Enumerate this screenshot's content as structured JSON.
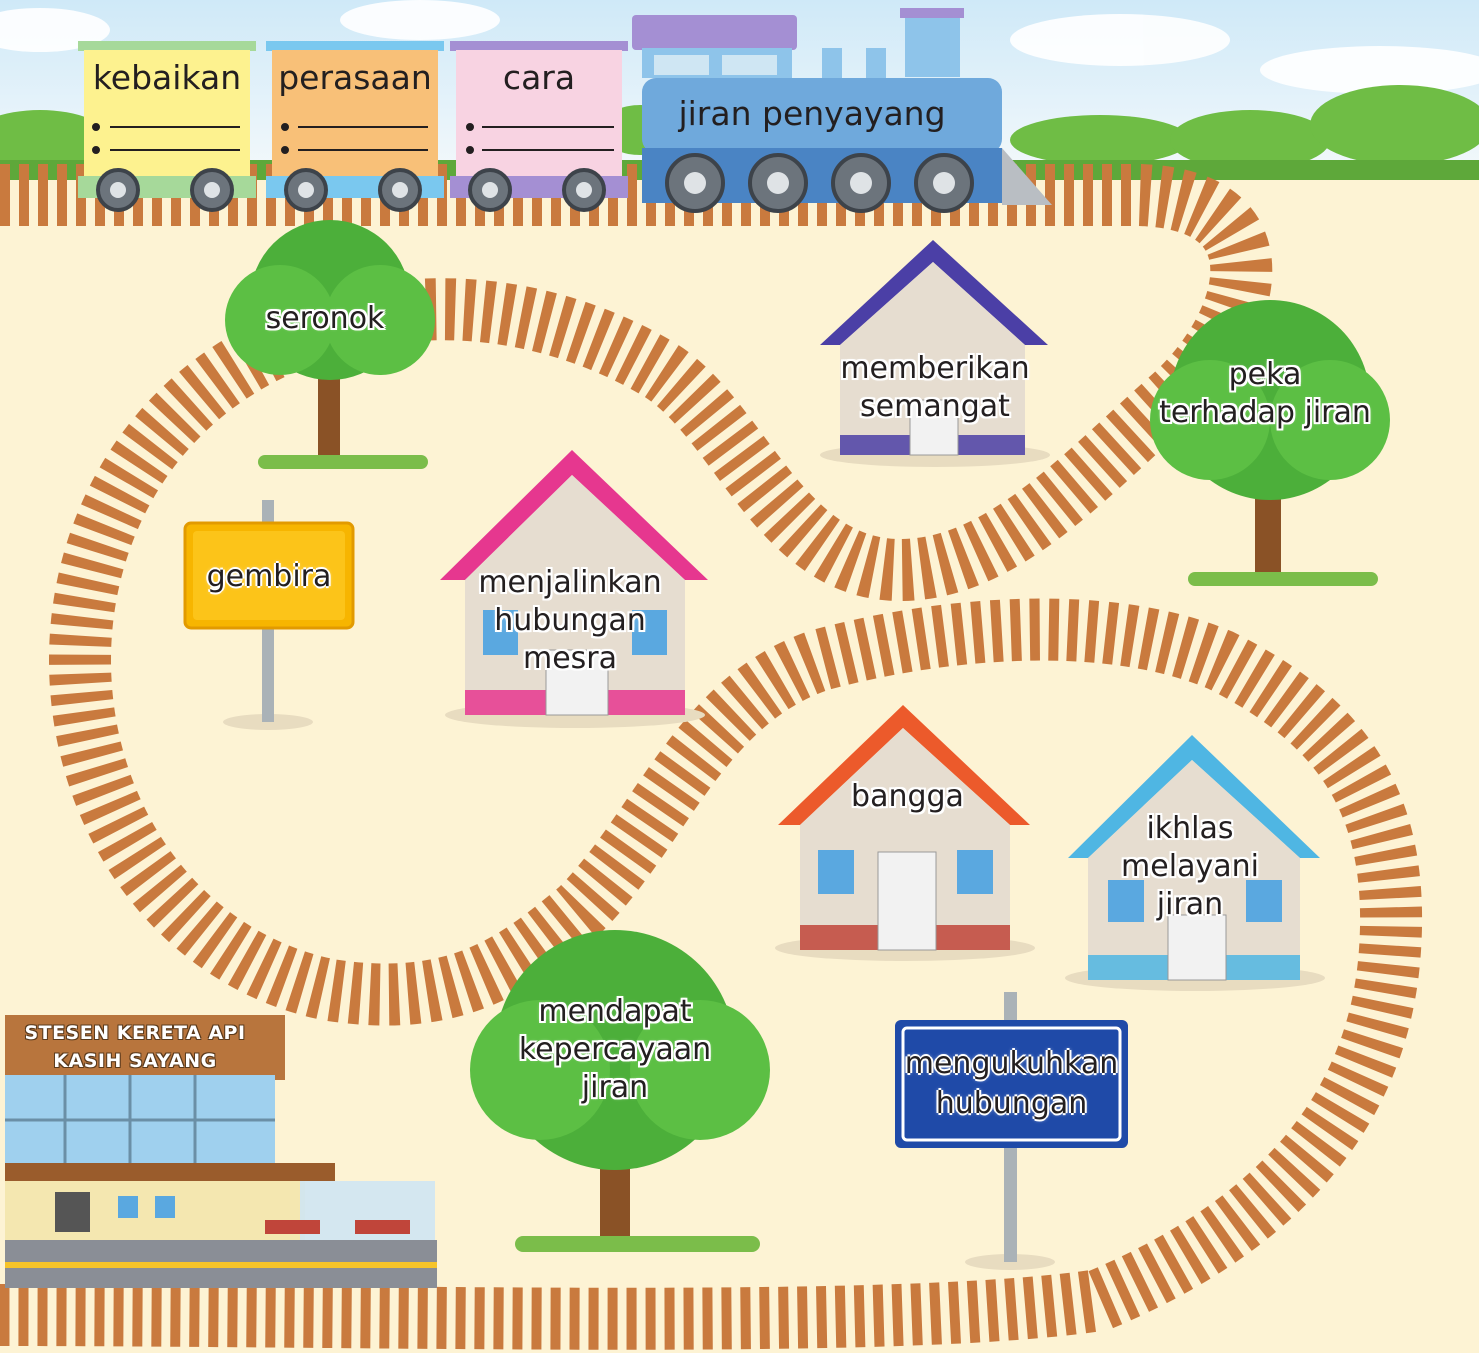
{
  "train": {
    "cars": [
      {
        "title": "kebaikan",
        "color": "#fdf28f"
      },
      {
        "title": "perasaan",
        "color": "#f8c078"
      },
      {
        "title": "cara",
        "color": "#f8d3e2"
      }
    ],
    "engine_label": "jiran penyayang"
  },
  "labels": {
    "tree_seronok": "seronok",
    "tree_peka": [
      "peka",
      "terhadap jiran"
    ],
    "tree_mendapat": [
      "mendapat",
      "kepercayaan",
      "jiran"
    ],
    "sign_gembira": "gembira",
    "sign_mengukuhkan": [
      "mengukuhkan",
      "hubungan"
    ],
    "house_memberikan": [
      "memberikan",
      "semangat"
    ],
    "house_menjalinkan": [
      "menjalinkan",
      "hubungan",
      "mesra"
    ],
    "house_bangga": "bangga",
    "house_ikhlas": [
      "ikhlas",
      "melayani",
      "jiran"
    ]
  },
  "station": {
    "line1": "STESEN KERETA API",
    "line2": "KASIH SAYANG"
  },
  "colors": {
    "sky": "#dff1fb",
    "ground": "#fdf3d4",
    "track_tie": "#c97a3e",
    "rail": "#2b2b2b",
    "roof_blue_purple": "#4b3fa6",
    "roof_pink": "#e6378f",
    "roof_red": "#ec5a2b",
    "roof_light_blue": "#4fb6e3",
    "sign_yellow": "#f7b500",
    "sign_blue": "#1f4aa8",
    "engine": "#6fa9dc"
  }
}
